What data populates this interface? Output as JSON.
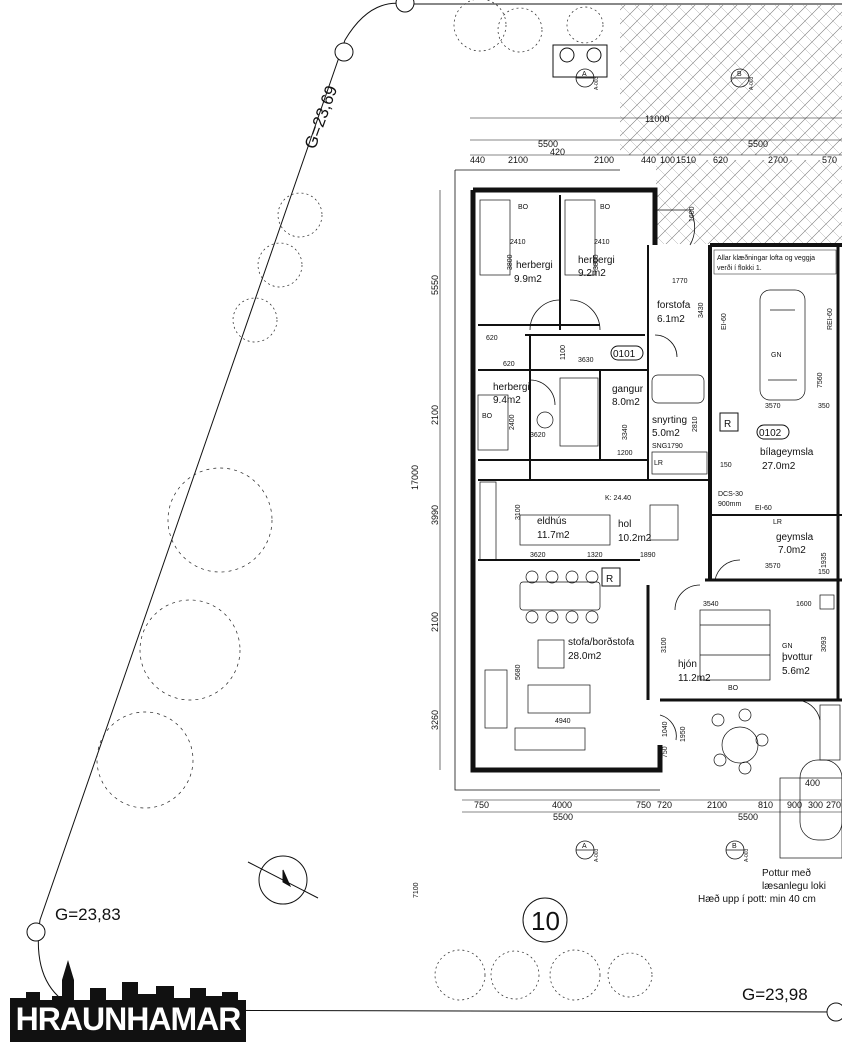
{
  "logo": {
    "text": "HRAUNHAMAR"
  },
  "plot": {
    "number": "10",
    "elevations": [
      "G=23,69",
      "G=23,83",
      "G=23,98"
    ],
    "floor_level": "K: 24.40"
  },
  "rooms": [
    {
      "key": "herbergi_a",
      "name": "herbergi",
      "area": "9.9m2"
    },
    {
      "key": "herbergi_b",
      "name": "herbergi",
      "area": "9.2m2"
    },
    {
      "key": "forstofa",
      "name": "forstofa",
      "area": "6.1m2"
    },
    {
      "key": "herbergi_c",
      "name": "herbergi",
      "area": "9.4m2"
    },
    {
      "key": "gangur",
      "name": "gangur",
      "area": "8.0m2"
    },
    {
      "key": "snyrting",
      "name": "snyrting",
      "area": "5.0m2"
    },
    {
      "key": "bilageymsla",
      "name": "bílageymsla",
      "area": "27.0m2"
    },
    {
      "key": "eldhus",
      "name": "eldhús",
      "area": "11.7m2"
    },
    {
      "key": "hol",
      "name": "hol",
      "area": "10.2m2"
    },
    {
      "key": "geymsla",
      "name": "geymsla",
      "area": "7.0m2"
    },
    {
      "key": "stofa",
      "name": "stofa/borðstofa",
      "area": "28.0m2"
    },
    {
      "key": "hjon",
      "name": "hjón",
      "area": "11.2m2"
    },
    {
      "key": "thvottur",
      "name": "þvottur",
      "area": "5.6m2"
    }
  ],
  "room_codes": [
    "0101",
    "0102"
  ],
  "markers": {
    "r": "R",
    "gn": "GN",
    "bo": "BO",
    "lr": "LR",
    "car_gn": "GN"
  },
  "notes": {
    "cladding_1": "Allar klæðningar lofta og veggja",
    "cladding_2": "verði í flokki 1.",
    "ei60_a": "EI-60",
    "ei60_b": "REI-60",
    "ei60_c": "EI-60",
    "ei60_d": "EI-60",
    "door": "DCS-30",
    "door_w": "900mm",
    "sng": "SNG1790",
    "hot_tub_1": "Pottur með",
    "hot_tub_2": "læsanlegu loki",
    "hot_tub_3": "Hæð upp í pott: min 40 cm"
  },
  "section_marks": [
    {
      "letter": "A",
      "ref": "A-003"
    },
    {
      "letter": "B",
      "ref": "A-003"
    },
    {
      "letter": "A",
      "ref": "A-003"
    },
    {
      "letter": "B",
      "ref": "A-003"
    }
  ],
  "dimensions": {
    "top_total": "11000",
    "top_halves": [
      "5500",
      "5500"
    ],
    "top_row": [
      "440",
      "2100",
      "420",
      "2100",
      "440",
      "100",
      "1510",
      "620",
      "2700",
      "570"
    ],
    "bottom_row": [
      "750",
      "4000",
      "750",
      "720",
      "2100",
      "810",
      "900",
      "300",
      "270"
    ],
    "bottom_halves": [
      "5500",
      "5500"
    ],
    "left_col": [
      "5550",
      "2100",
      "3990",
      "2100",
      "3260"
    ],
    "left_total": "17000",
    "front": "7100",
    "hot_tub_w": "400",
    "interior": [
      "2410",
      "2410",
      "3800",
      "3800",
      "1770",
      "3430",
      "1600",
      "620",
      "620",
      "1100",
      "3630",
      "2400",
      "3620",
      "3340",
      "2810",
      "1200",
      "3100",
      "3620",
      "1320",
      "1890",
      "3540",
      "3100",
      "5680",
      "4940",
      "1040",
      "750",
      "1950",
      "7560",
      "3570",
      "350",
      "150",
      "3570",
      "150",
      "1935",
      "1600",
      "3093"
    ]
  }
}
